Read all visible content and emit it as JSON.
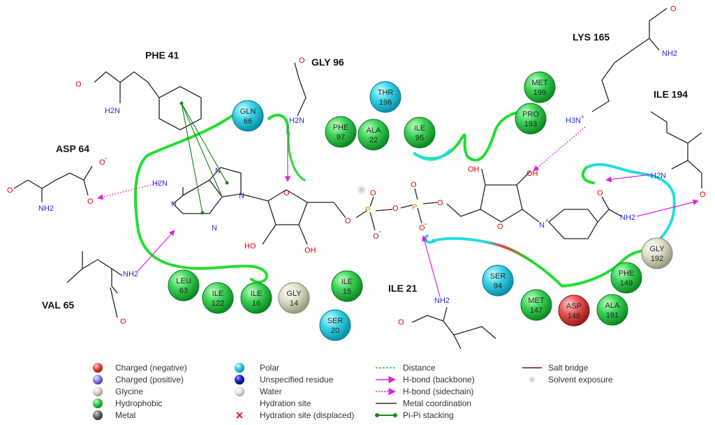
{
  "residue_labels": {
    "phe41": "PHE 41",
    "gly96": "GLY 96",
    "lys165": "LYS 165",
    "ile194": "ILE 194",
    "asp64": "ASP 64",
    "val65": "VAL 65",
    "ile21": "ILE 21"
  },
  "atoms": {
    "O": "O",
    "N": "N",
    "NH2": "NH2",
    "H2N": "H2N",
    "H3N": "H3N",
    "Nplus": "N",
    "charge_plus": "+",
    "charge_minus": "-",
    "OH": "OH",
    "HO": "HO",
    "P": "P"
  },
  "bubbles": [
    {
      "id": "gln66",
      "name": "GLN",
      "num": "66",
      "type": "polar"
    },
    {
      "id": "thr196",
      "name": "THR",
      "num": "196",
      "type": "polar"
    },
    {
      "id": "met199",
      "name": "MET",
      "num": "199",
      "type": "hydrophobic"
    },
    {
      "id": "pro193",
      "name": "PRO",
      "num": "193",
      "type": "hydrophobic"
    },
    {
      "id": "phe97",
      "name": "PHE",
      "num": "97",
      "type": "hydrophobic"
    },
    {
      "id": "ala22",
      "name": "ALA",
      "num": "22",
      "type": "hydrophobic"
    },
    {
      "id": "ile95",
      "name": "ILE",
      "num": "95",
      "type": "hydrophobic"
    },
    {
      "id": "leu63",
      "name": "LEU",
      "num": "63",
      "type": "hydrophobic"
    },
    {
      "id": "ile122",
      "name": "ILE",
      "num": "122",
      "type": "hydrophobic"
    },
    {
      "id": "ile16",
      "name": "ILE",
      "num": "16",
      "type": "hydrophobic"
    },
    {
      "id": "gly14",
      "name": "GLY",
      "num": "14",
      "type": "glycine"
    },
    {
      "id": "ile15",
      "name": "ILE",
      "num": "15",
      "type": "hydrophobic"
    },
    {
      "id": "ser20",
      "name": "SER",
      "num": "20",
      "type": "polar"
    },
    {
      "id": "ser94",
      "name": "SER",
      "num": "94",
      "type": "polar"
    },
    {
      "id": "met147",
      "name": "MET",
      "num": "147",
      "type": "hydrophobic"
    },
    {
      "id": "asp148",
      "name": "ASP",
      "num": "148",
      "type": "negative"
    },
    {
      "id": "ala191",
      "name": "ALA",
      "num": "191",
      "type": "hydrophobic"
    },
    {
      "id": "phe149",
      "name": "PHE",
      "num": "149",
      "type": "hydrophobic"
    },
    {
      "id": "gly192",
      "name": "GLY",
      "num": "192",
      "type": "glycine"
    }
  ],
  "colors": {
    "negative": "#e05050",
    "positive": "#8080e0",
    "glycine": "#d8d8c0",
    "hydrophobic": "#30c050",
    "metal": "#707070",
    "polar": "#30c8e0",
    "unspecified": "#2020c0",
    "water": "#d0d0d0",
    "pocket_green": "#22dd33",
    "pocket_cyan": "#22dddd",
    "hbond": "#dd22dd",
    "pipi": "#1a8a1a",
    "salt_bridge": "#202080"
  },
  "legend": {
    "charged_negative": "Charged (negative)",
    "charged_positive": "Charged (positive)",
    "glycine": "Glycine",
    "hydrophobic": "Hydrophobic",
    "metal": "Metal",
    "polar": "Polar",
    "unspecified": "Unspecified residue",
    "water": "Water",
    "hydration_site": "Hydration site",
    "hydration_displaced": "Hydration site (displaced)",
    "distance": "Distance",
    "hbond_backbone": "H-bond (backbone)",
    "hbond_sidechain": "H-bond (sidechain)",
    "metal_coordination": "Metal coordination",
    "pipi": "Pi-Pi stacking",
    "salt_bridge": "Salt bridge",
    "solvent_exposure": "Solvent exposure"
  }
}
